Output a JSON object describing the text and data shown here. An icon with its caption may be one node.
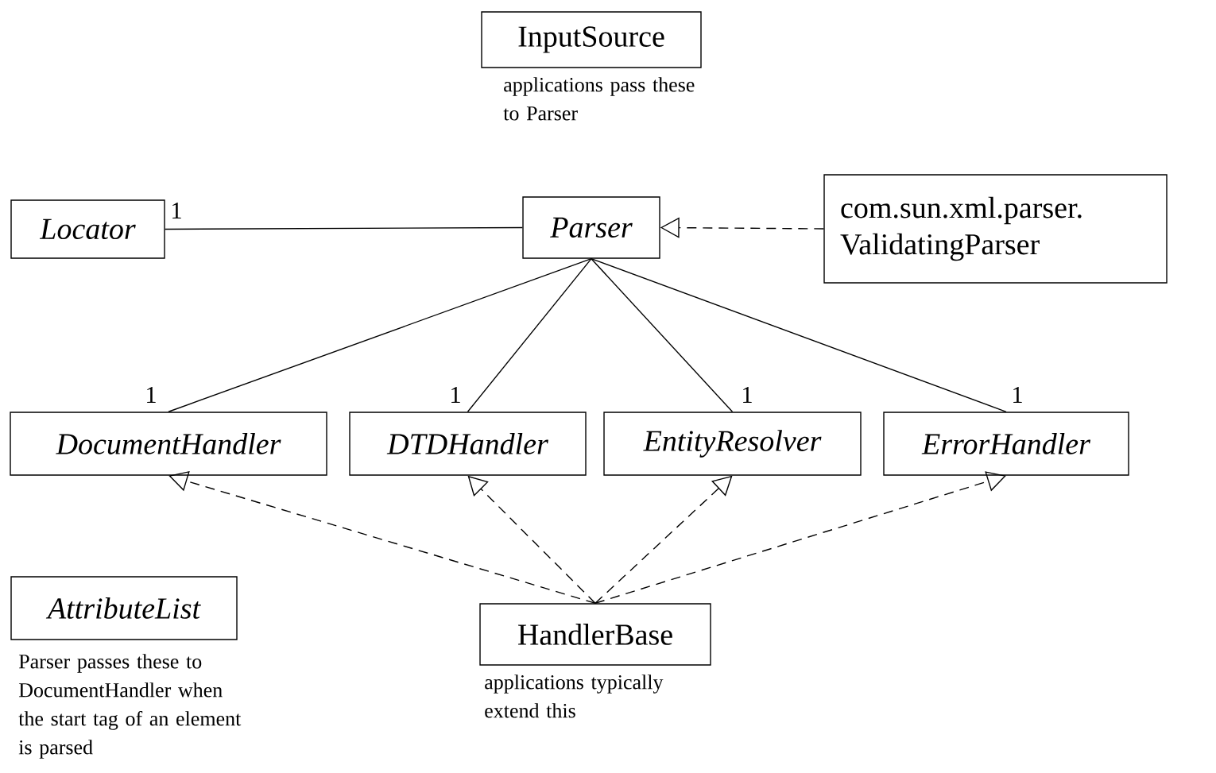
{
  "diagram": {
    "nodes": [
      {
        "text": [
          "InputSource"
        ],
        "beside": [
          "applications pass these to Parser"
        ]
      },
      {
        "text": [
          "Locator"
        ]
      },
      {
        "text": [
          "Parser"
        ]
      },
      {
        "text": [
          "com.sun.xml.parser. ValidatingParser"
        ]
      },
      {
        "text": [
          "DocumentHandler"
        ]
      },
      {
        "text": [
          "DTDHandler"
        ]
      },
      {
        "text": [
          "EntityResolver"
        ]
      },
      {
        "text": [
          "ErrorHandler"
        ]
      },
      {
        "text": [
          "AttributeList"
        ],
        "beside": [
          "Parser passes these to DocumentHandler when the start tag of an element is parsed"
        ]
      },
      {
        "text": [
          "HandlerBase"
        ],
        "beside": [
          "applications typically extend this"
        ]
      }
    ],
    "edges": [
      {
        "from": 1,
        "to": 2,
        "arrow": "none",
        "label": "1"
      },
      {
        "from": 3,
        "to": 2,
        "arrow": "to",
        "style": "dashed"
      },
      {
        "from": 2,
        "to": 4,
        "arrow": "none",
        "label": "1"
      },
      {
        "from": 2,
        "to": 5,
        "arrow": "none",
        "label": "1"
      },
      {
        "from": 2,
        "to": 6,
        "arrow": "none",
        "label": "1"
      },
      {
        "from": 2,
        "to": 7,
        "arrow": "none",
        "label": "1"
      },
      {
        "from": 9,
        "to": 4,
        "arrow": "to",
        "style": "dashed"
      },
      {
        "from": 9,
        "to": 5,
        "arrow": "to",
        "style": "dashed"
      },
      {
        "from": 9,
        "to": 6,
        "arrow": "to",
        "style": "dashed"
      },
      {
        "from": 9,
        "to": 7,
        "arrow": "to",
        "style": "dashed"
      }
    ]
  }
}
